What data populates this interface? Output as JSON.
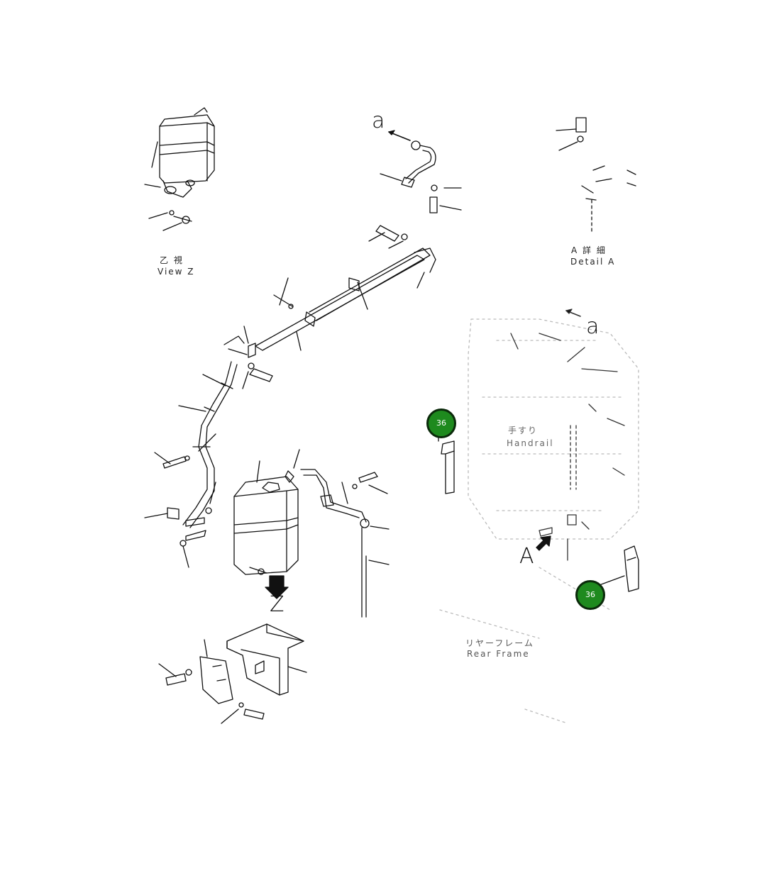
{
  "labels": {
    "view_z_jp": "乙 視",
    "view_z_en": "View Z",
    "detail_a_jp": "A 詳 細",
    "detail_a_en": "Detail A",
    "letter_a_top": "a",
    "letter_a_right": "a",
    "letter_A": "A",
    "letter_Z": "Z",
    "handrail_jp": "手すり",
    "handrail_en": "Handrail",
    "rear_frame_jp": "リヤーフレーム",
    "rear_frame_en": "Rear Frame"
  },
  "callouts": [
    {
      "number": "36",
      "color": "#1e8a1e"
    },
    {
      "number": "36",
      "color": "#1e8a1e"
    }
  ]
}
